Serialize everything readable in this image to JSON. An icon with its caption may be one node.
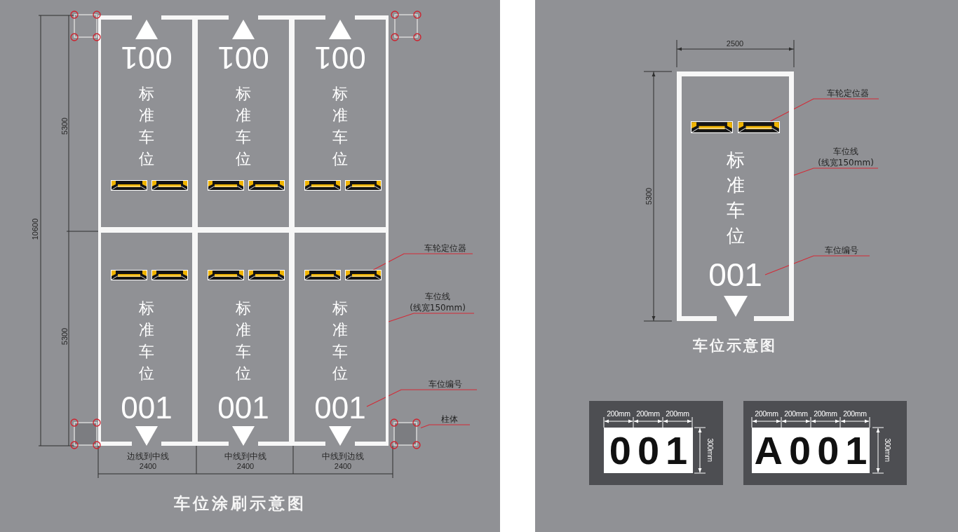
{
  "diagram": {
    "nodes": [
      {
        "text": [
          "001",
          "标准车位"
        ]
      },
      {
        "text": [
          "001",
          "标准车位"
        ]
      },
      {
        "text": [
          "001",
          "标准车位"
        ]
      },
      {
        "text": [
          "标准车位",
          "001"
        ]
      },
      {
        "text": [
          "标准车位",
          "001"
        ]
      },
      {
        "text": [
          "标准车位",
          "001"
        ]
      },
      {
        "text": [],
        "shape": "bar",
        "in": 0
      },
      {
        "text": [],
        "shape": "bar",
        "in": 0
      },
      {
        "text": [],
        "shape": "bar",
        "in": 1
      },
      {
        "text": [],
        "shape": "bar",
        "in": 1
      },
      {
        "text": [],
        "shape": "bar",
        "in": 2
      },
      {
        "text": [],
        "shape": "bar",
        "in": 2
      },
      {
        "text": [],
        "shape": "bar",
        "in": 3
      },
      {
        "text": [],
        "shape": "bar",
        "in": 3
      },
      {
        "text": [],
        "shape": "bar",
        "in": 4
      },
      {
        "text": [],
        "shape": "bar",
        "in": 4
      },
      {
        "text": [],
        "shape": "bar",
        "in": 5
      },
      {
        "text": [],
        "shape": "bar",
        "in": 5
      },
      {
        "text": [],
        "shape": "box"
      },
      {
        "text": [],
        "shape": "box"
      },
      {
        "text": [],
        "shape": "box"
      },
      {
        "text": [],
        "shape": "box"
      },
      {
        "text": [
          "车轮定位器"
        ]
      },
      {
        "text": [
          "车位线",
          "(线宽150mm)"
        ]
      },
      {
        "text": [
          "车位编号"
        ]
      },
      {
        "text": [
          "柱体"
        ]
      },
      {
        "text": [
          "标准车位",
          "001"
        ]
      },
      {
        "text": [],
        "shape": "bar",
        "in": 26
      },
      {
        "text": [],
        "shape": "bar",
        "in": 26
      },
      {
        "text": [
          "车轮定位器"
        ]
      },
      {
        "text": [
          "车位线",
          "(线宽150mm)"
        ]
      },
      {
        "text": [
          "车位编号"
        ]
      },
      {
        "text": [
          "001"
        ]
      },
      {
        "text": [
          "A001"
        ]
      }
    ],
    "edges": [
      {
        "from": 22,
        "to": 17,
        "arrow": "none"
      },
      {
        "from": 23,
        "to": 5,
        "arrow": "none"
      },
      {
        "from": 24,
        "to": null,
        "arrow": "none"
      },
      {
        "from": 25,
        "to": 21,
        "arrow": "none"
      },
      {
        "from": 29,
        "to": 28,
        "arrow": "none"
      },
      {
        "from": 30,
        "to": 26,
        "arrow": "none"
      },
      {
        "from": 31,
        "to": null,
        "arrow": "none"
      }
    ],
    "labels": [
      "5300",
      "10600",
      "5300",
      "边线到中线",
      "2400",
      "中线到中线",
      "2400",
      "中线到边线",
      "2400",
      "车位涂刷示意图",
      "2500",
      "5300",
      "车位示意图",
      "200mm",
      "200mm",
      "200mm",
      "300mm",
      "200mm",
      "200mm",
      "200mm",
      "200mm",
      "300mm"
    ]
  }
}
